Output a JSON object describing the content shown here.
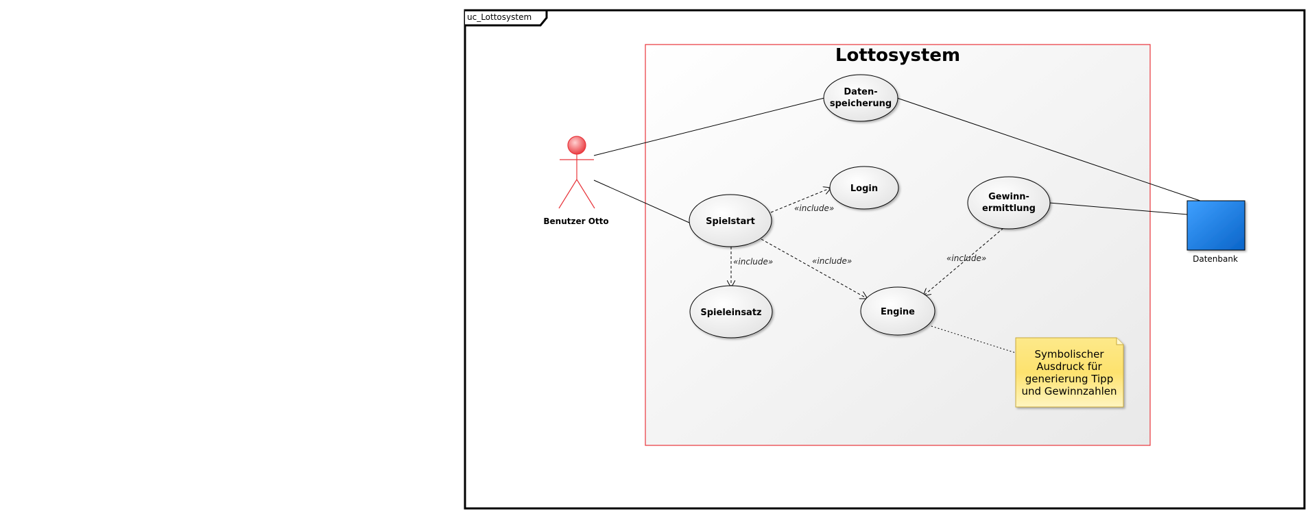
{
  "frame": {
    "label": "uc_Lottosystem"
  },
  "system": {
    "title": "Lottosystem",
    "border_color": "#e8343a"
  },
  "actor": {
    "name": "Benutzer Otto",
    "color": "#e8343a"
  },
  "datenbank": {
    "name": "Datenbank",
    "color": "#1a7ee6"
  },
  "use_cases": {
    "datenspeicherung": [
      "Daten-",
      "speicherung"
    ],
    "login": "Login",
    "spielstart": "Spielstart",
    "gewinnermittlung": [
      "Gewinn-",
      "ermittlung"
    ],
    "spieleinsatz": "Spieleinsatz",
    "engine": "Engine"
  },
  "relations": {
    "include_label": "«include»"
  },
  "note": {
    "lines": [
      "Symbolischer",
      "Ausdruck für",
      "generierung Tipp",
      "und Gewinnzahlen"
    ],
    "color": "#fde98a"
  }
}
